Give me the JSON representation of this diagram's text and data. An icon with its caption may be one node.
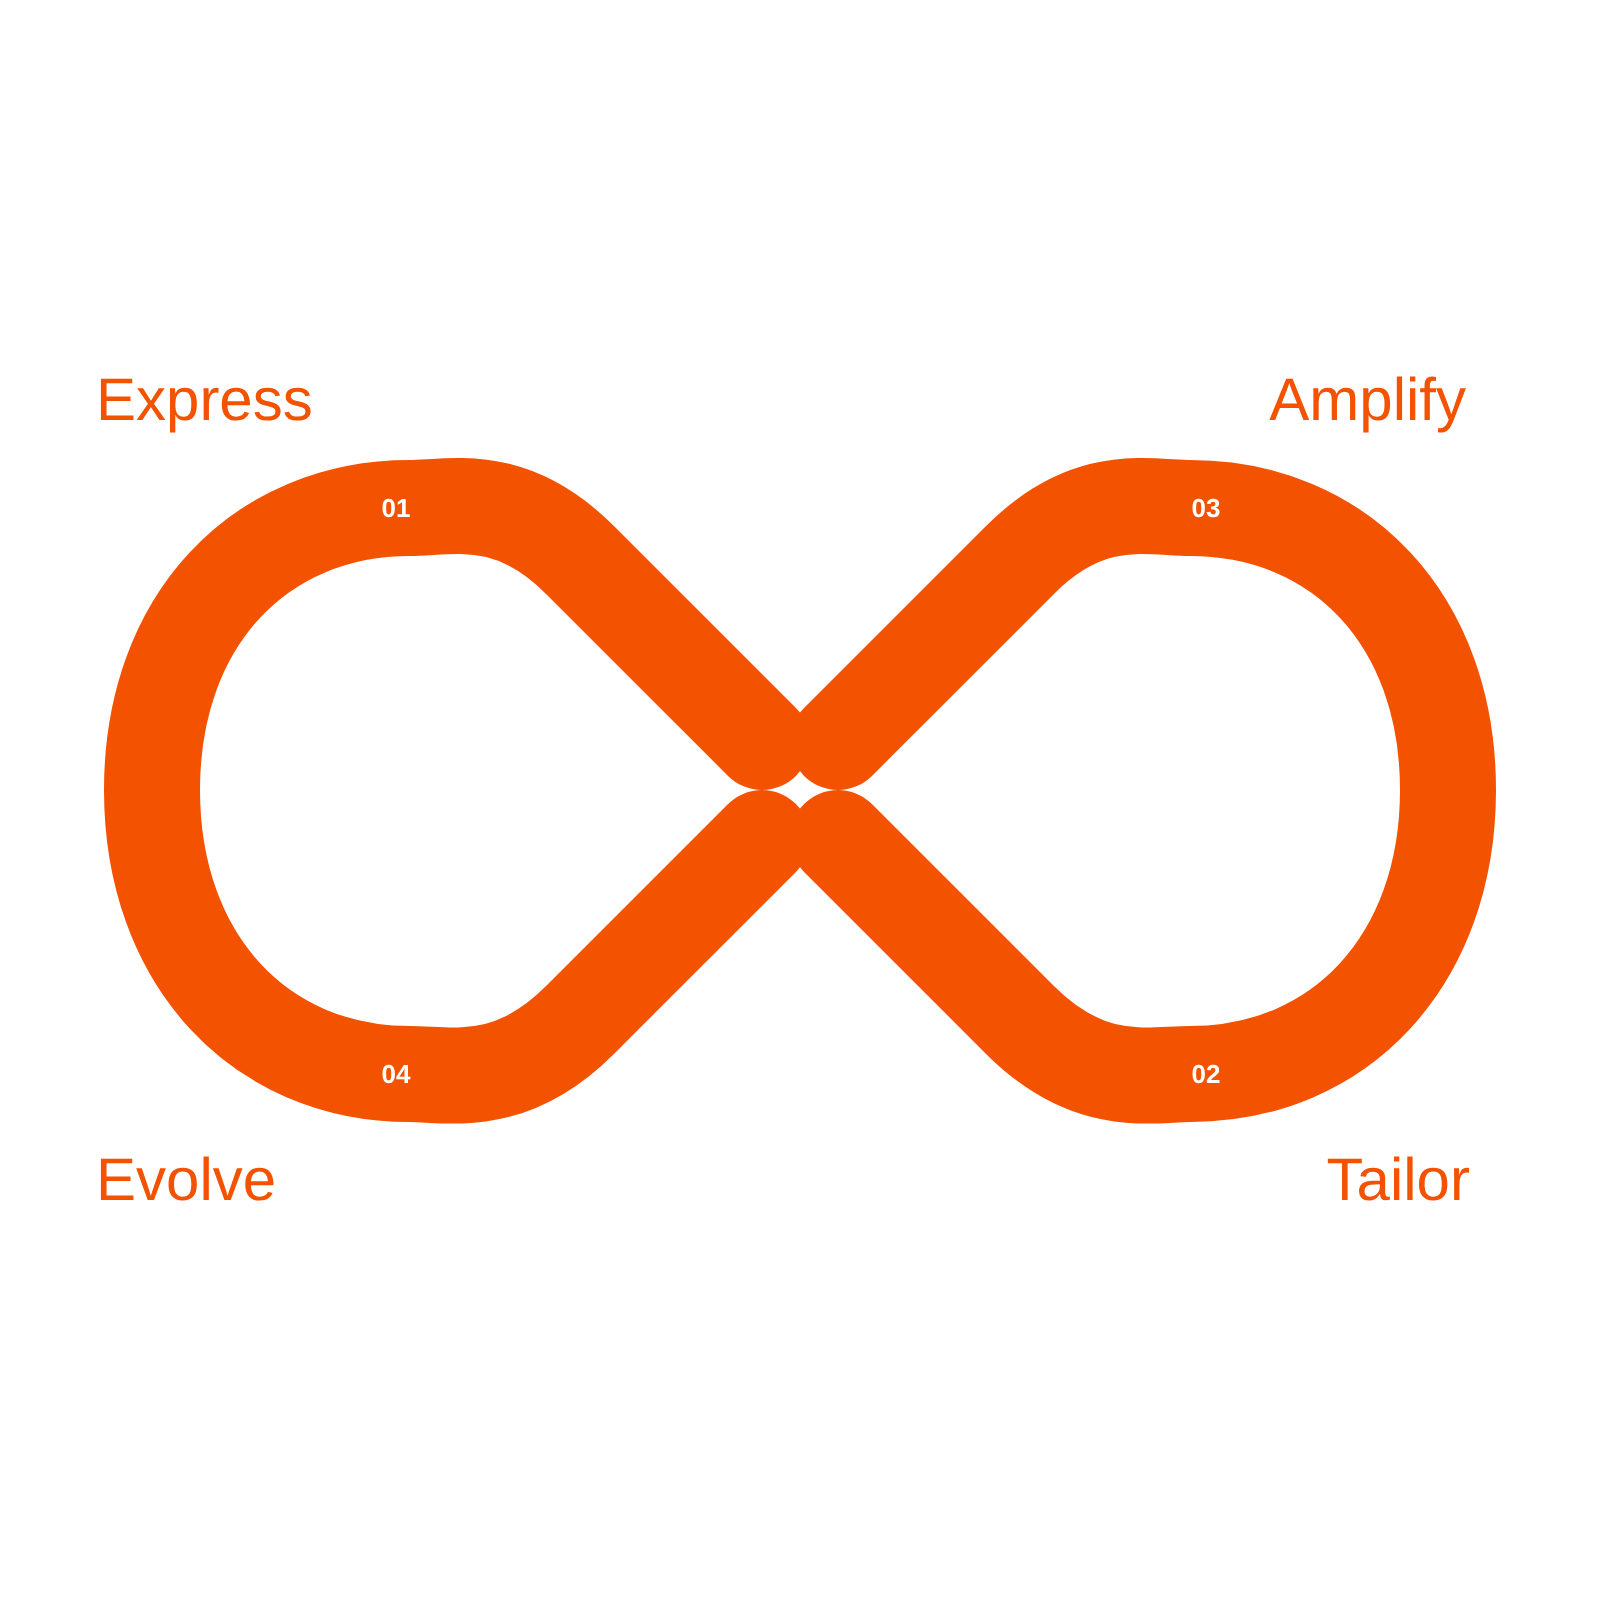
{
  "diagram": {
    "labels": [
      "Express",
      "Amplify",
      "01",
      "03",
      "04",
      "02",
      "Evolve",
      "Tailor"
    ]
  }
}
